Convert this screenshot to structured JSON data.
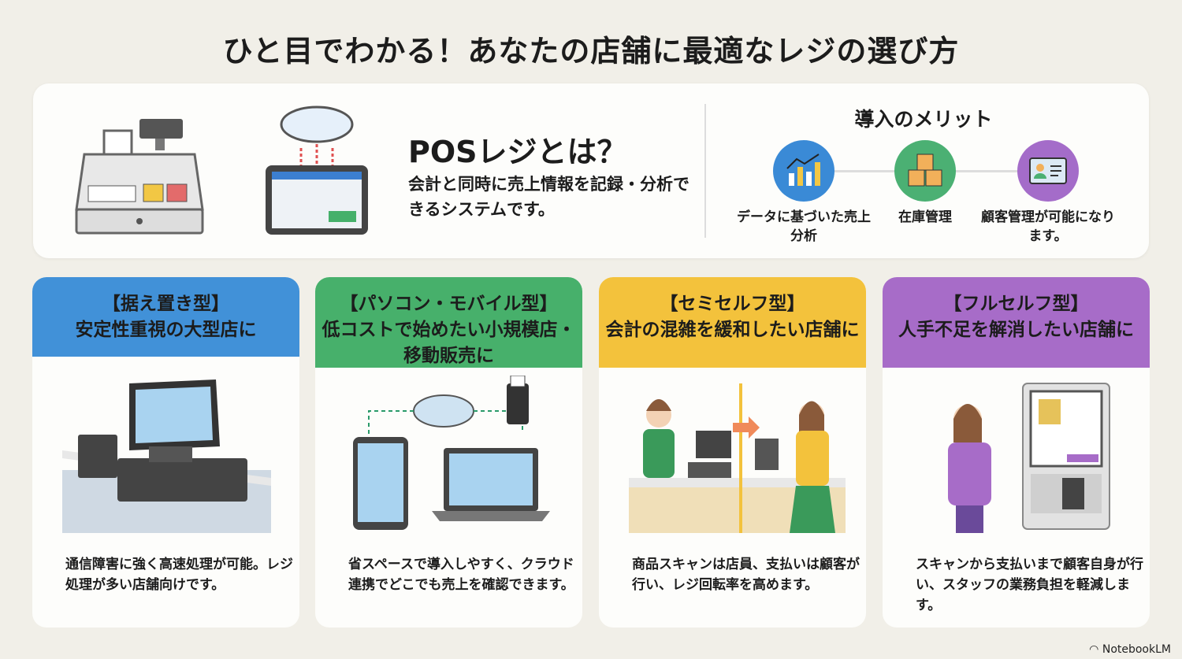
{
  "title": "ひと目でわかる！あなたの店舗に最適なレジの選び方",
  "intro": {
    "heading": "POSレジとは？",
    "description": "会計と同時に売上情報を記録・分析できるシステムです。"
  },
  "merits": {
    "heading": "導入のメリット",
    "items": [
      {
        "label": "データに基づいた売上分析",
        "icon": "chart-icon",
        "color": "#3a8ad6"
      },
      {
        "label": "在庫管理",
        "icon": "boxes-icon",
        "color": "#4bb073"
      },
      {
        "label": "顧客管理が可能になります。",
        "icon": "id-card-icon",
        "color": "#a46cc9"
      }
    ]
  },
  "cards": [
    {
      "type": "【据え置き型】",
      "subtitle": "安定性重視の大型店に",
      "description": "通信障害に強く高速処理が可能。レジ処理が多い店舗向けです。",
      "color": "#4191d8"
    },
    {
      "type": "【パソコン・モバイル型】",
      "subtitle": "低コストで始めたい小規模店・移動販売に",
      "description": "省スペースで導入しやすく、クラウド連携でどこでも売上を確認できます。",
      "color": "#47b06b"
    },
    {
      "type": "【セミセルフ型】",
      "subtitle": "会計の混雑を緩和したい店舗に",
      "description": "商品スキャンは店員、支払いは顧客が行い、レジ回転率を高めます。",
      "color": "#f3c23c"
    },
    {
      "type": "【フルセルフ型】",
      "subtitle": "人手不足を解消したい店舗に",
      "description": "スキャンから支払いまで顧客自身が行い、スタッフの業務負担を軽減します。",
      "color": "#a76cc8"
    }
  ],
  "brand": "NotebookLM"
}
